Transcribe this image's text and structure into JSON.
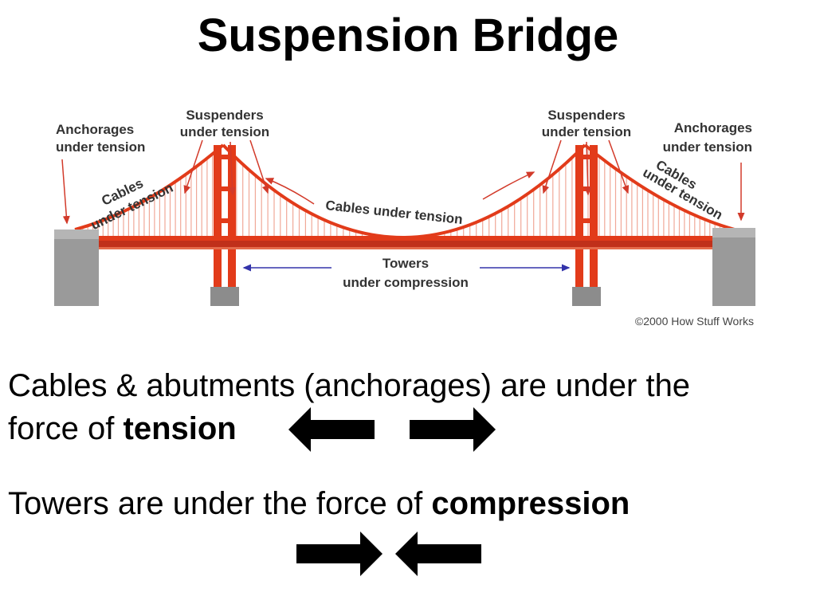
{
  "title": "Suspension Bridge",
  "diagram": {
    "labels": {
      "suspenders_left_1": "Suspenders",
      "suspenders_left_2": "under tension",
      "suspenders_right_1": "Suspenders",
      "suspenders_right_2": "under tension",
      "anchorages_left_1": "Anchorages",
      "anchorages_left_2": "under tension",
      "anchorages_right_1": "Anchorages",
      "anchorages_right_2": "under tension",
      "cables_left_1": "Cables",
      "cables_left_2": "under tension",
      "cables_right_1": "Cables",
      "cables_right_2": "under tension",
      "cables_center": "Cables under tension",
      "towers_1": "Towers",
      "towers_2": "under compression"
    },
    "copyright": "©2000 How Stuff Works",
    "colors": {
      "bridge_red": "#e23b1a",
      "deck_dark": "#c0301a",
      "suspender": "#f0a898",
      "concrete": "#9a9a9a",
      "annotation_arrow": "#d23a2a",
      "compression_line": "#3333aa"
    }
  },
  "text": {
    "line1": "Cables & abutments (anchorages) are under the",
    "line2_prefix": "force of ",
    "line2_bold": "tension",
    "line3_prefix": "Towers are under the force of ",
    "line3_bold": "compression"
  },
  "icons": {
    "tension_left": "arrow-left-icon",
    "tension_right": "arrow-right-icon",
    "compression_right": "arrow-right-icon",
    "compression_left": "arrow-left-icon"
  }
}
